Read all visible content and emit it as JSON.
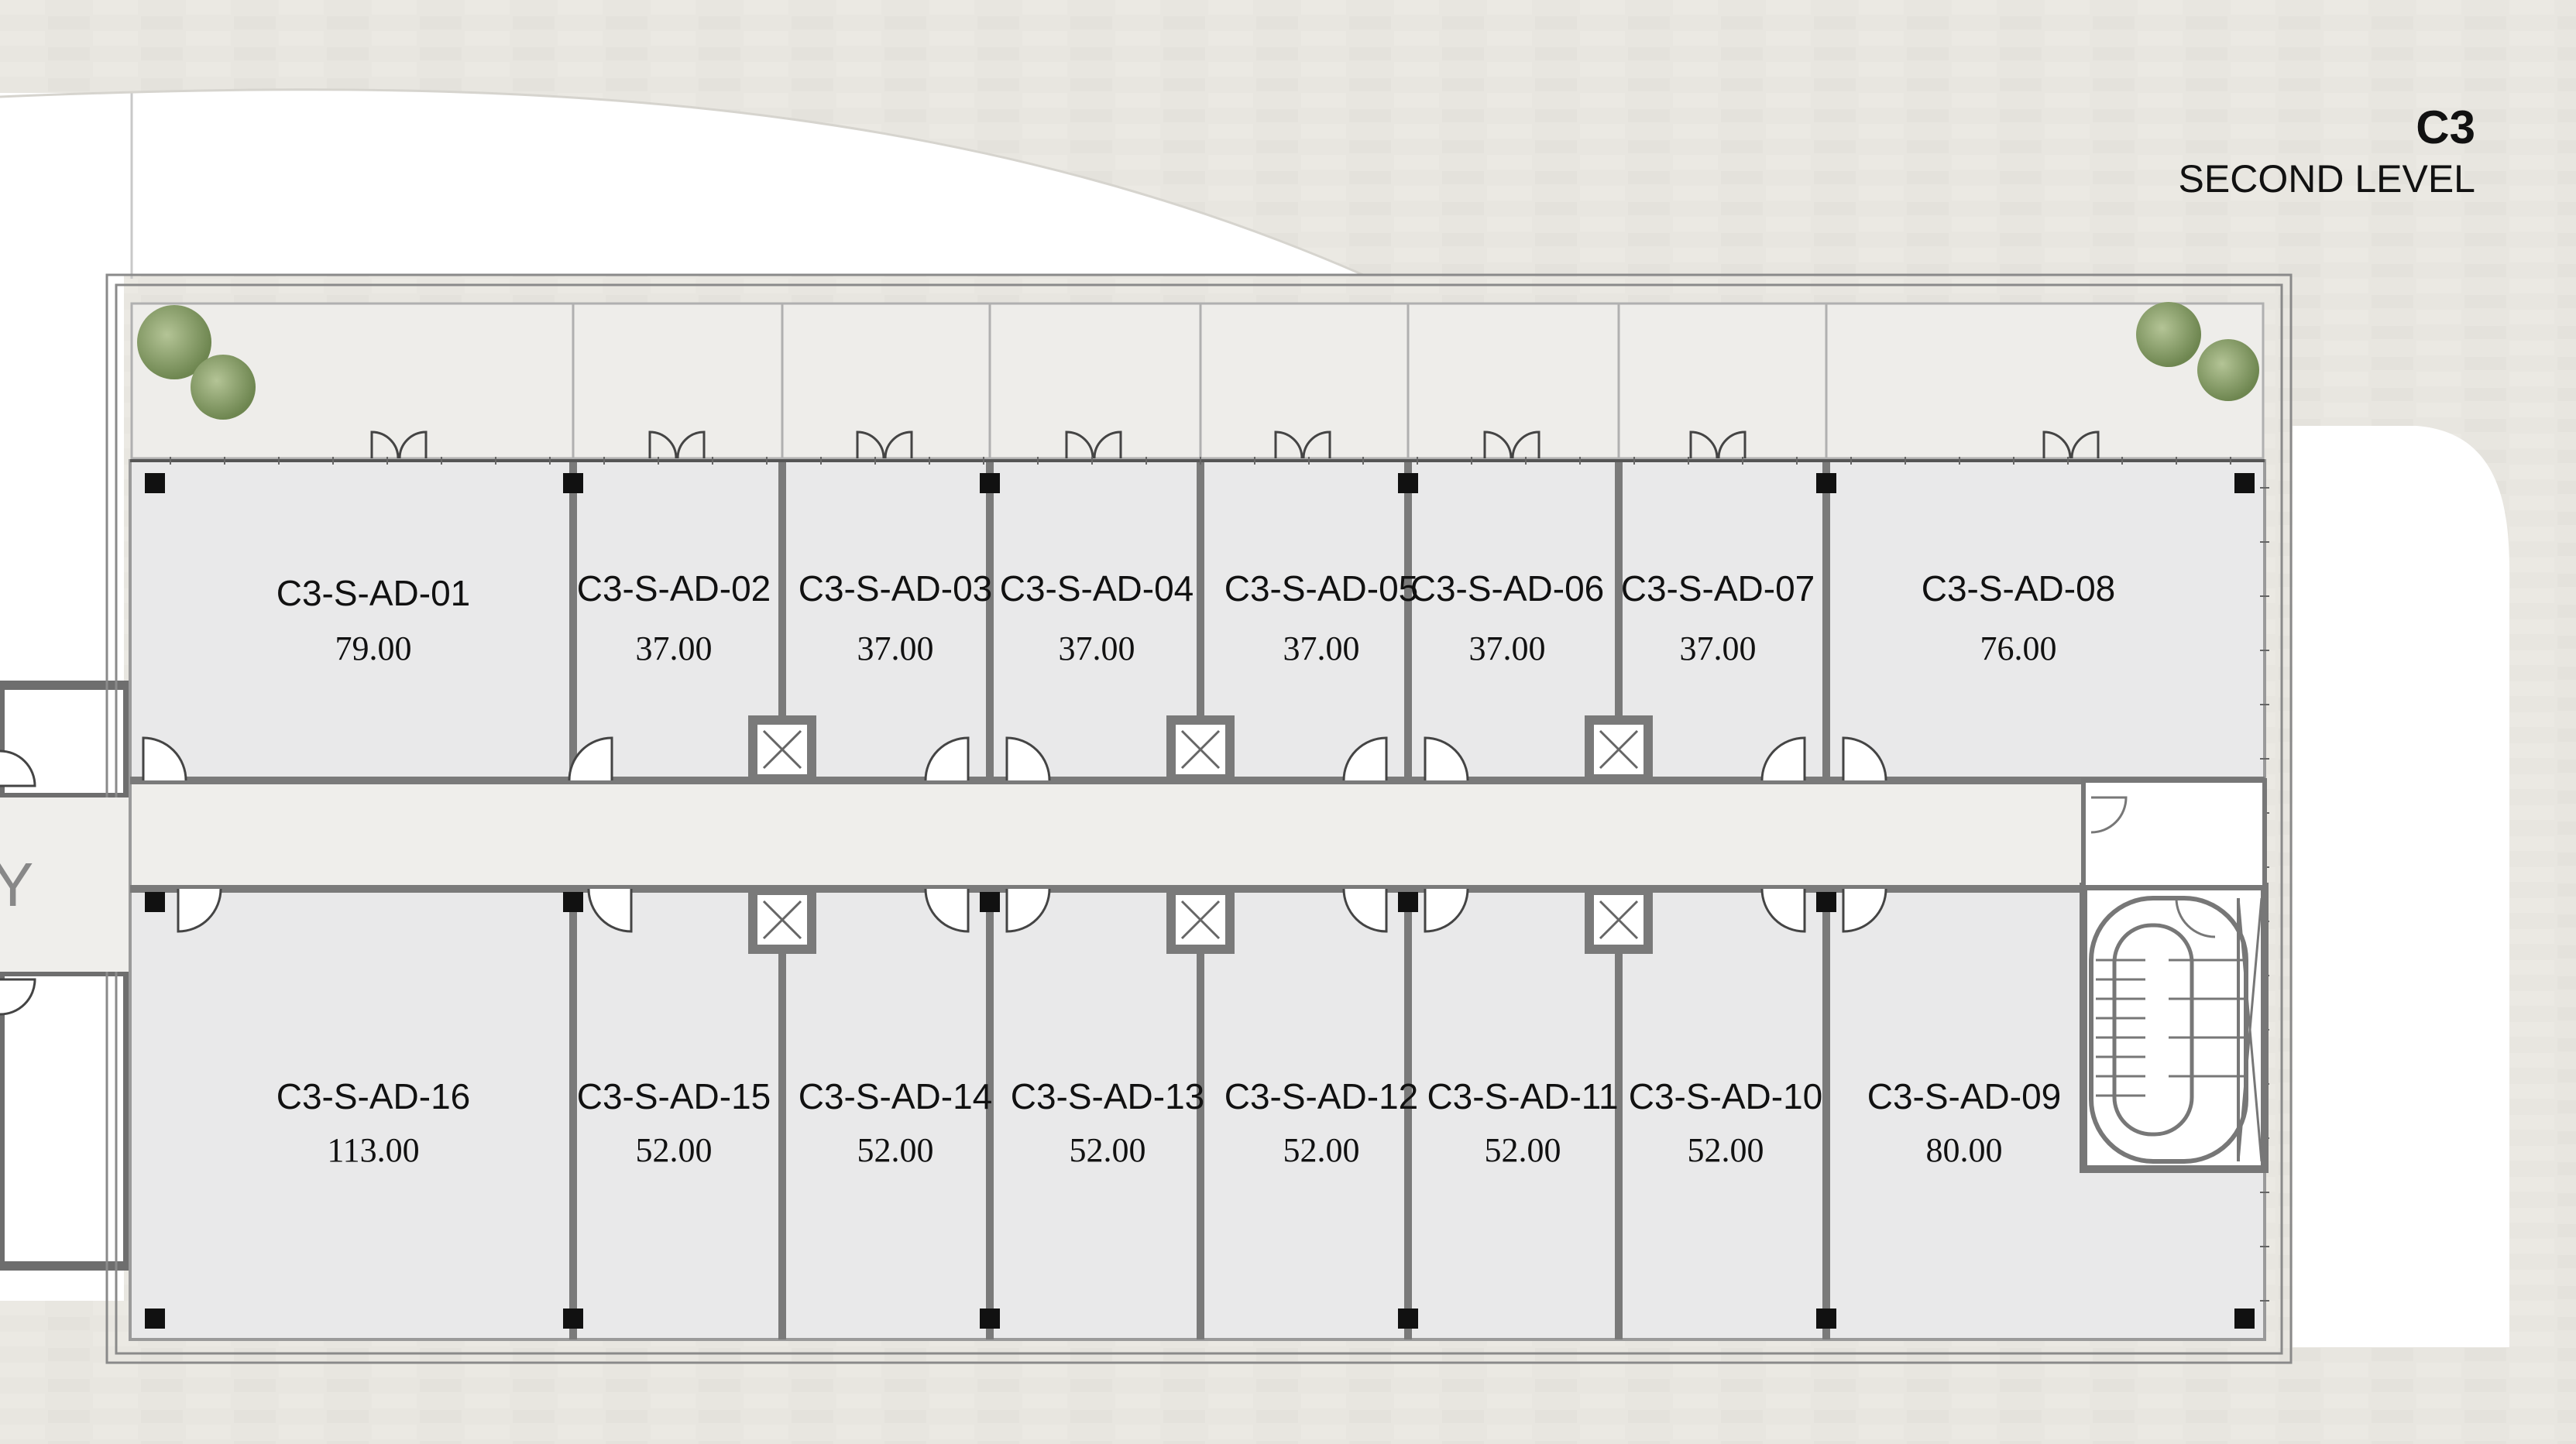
{
  "header": {
    "building": "C3",
    "level": "SECOND LEVEL"
  },
  "edge_fragment": "Y",
  "colors": {
    "ground": "#e7e5df",
    "room_fill": "#e9e9ea",
    "corridor": "#efeeeb",
    "wall": "#7a7a7a",
    "column": "#111111",
    "tree": "#8aa06a"
  },
  "units_top": [
    {
      "id": "C3-S-AD-01",
      "area": "79.00"
    },
    {
      "id": "C3-S-AD-02",
      "area": "37.00"
    },
    {
      "id": "C3-S-AD-03",
      "area": "37.00"
    },
    {
      "id": "C3-S-AD-04",
      "area": "37.00"
    },
    {
      "id": "C3-S-AD-05",
      "area": "37.00"
    },
    {
      "id": "C3-S-AD-06",
      "area": "37.00"
    },
    {
      "id": "C3-S-AD-07",
      "area": "37.00"
    },
    {
      "id": "C3-S-AD-08",
      "area": "76.00"
    }
  ],
  "units_bottom": [
    {
      "id": "C3-S-AD-16",
      "area": "113.00"
    },
    {
      "id": "C3-S-AD-15",
      "area": "52.00"
    },
    {
      "id": "C3-S-AD-14",
      "area": "52.00"
    },
    {
      "id": "C3-S-AD-13",
      "area": "52.00"
    },
    {
      "id": "C3-S-AD-12",
      "area": "52.00"
    },
    {
      "id": "C3-S-AD-11",
      "area": "52.00"
    },
    {
      "id": "C3-S-AD-10",
      "area": "52.00"
    },
    {
      "id": "C3-S-AD-09",
      "area": "80.00"
    }
  ]
}
